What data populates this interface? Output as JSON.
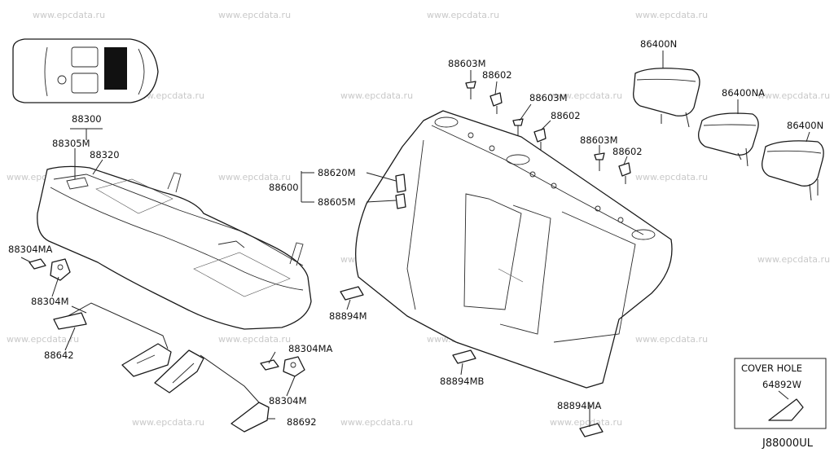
{
  "watermark": "www.epcdata.ru",
  "diagram_code": "J88000UL",
  "cover_hole": {
    "title": "COVER HOLE",
    "part": "64892W"
  },
  "labels": {
    "p88300": "88300",
    "p88305m": "88305M",
    "p88320": "88320",
    "p88304ma_a": "88304MA",
    "p88304m_a": "88304M",
    "p88642": "88642",
    "p88304ma_b": "88304MA",
    "p88304m_b": "88304M",
    "p88692": "88692",
    "p88620m": "88620M",
    "p88600": "88600",
    "p88605m": "88605M",
    "p88894m": "88894M",
    "p88894mb": "88894MB",
    "p88894ma": "88894MA",
    "p88603m_a": "88603M",
    "p88602_a": "88602",
    "p88603m_b": "88603M",
    "p88602_b": "88602",
    "p88603m_c": "88603M",
    "p88602_c": "88602",
    "p86400n_a": "86400N",
    "p86400na": "86400NA",
    "p86400n_b": "86400N"
  }
}
